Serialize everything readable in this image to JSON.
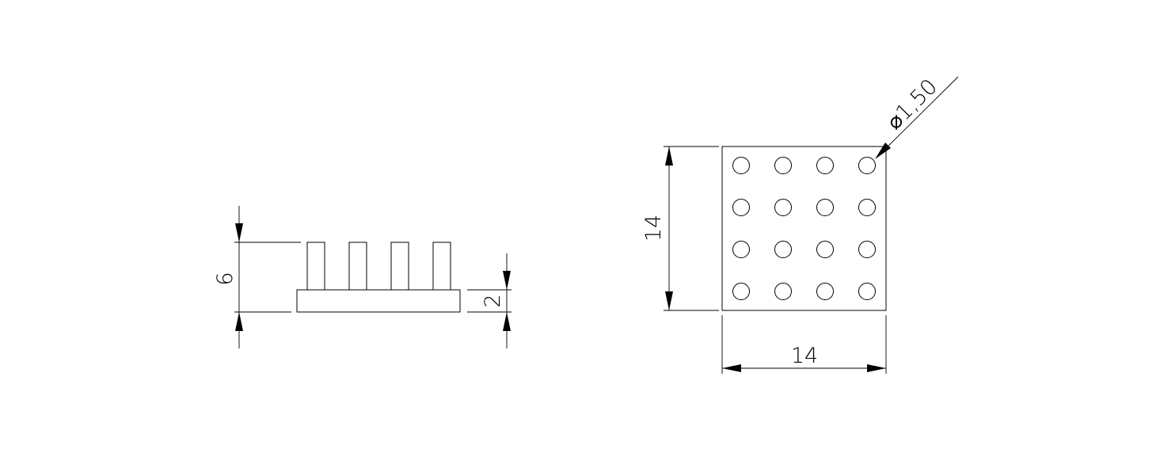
{
  "side_view": {
    "height_dim": "6",
    "base_thickness_dim": "2"
  },
  "top_view": {
    "height_dim": "14",
    "width_dim": "14",
    "hole_diameter_symbol": "⌀",
    "hole_diameter_value": "1,50",
    "hole_grid": {
      "rows": 4,
      "cols": 4
    }
  }
}
